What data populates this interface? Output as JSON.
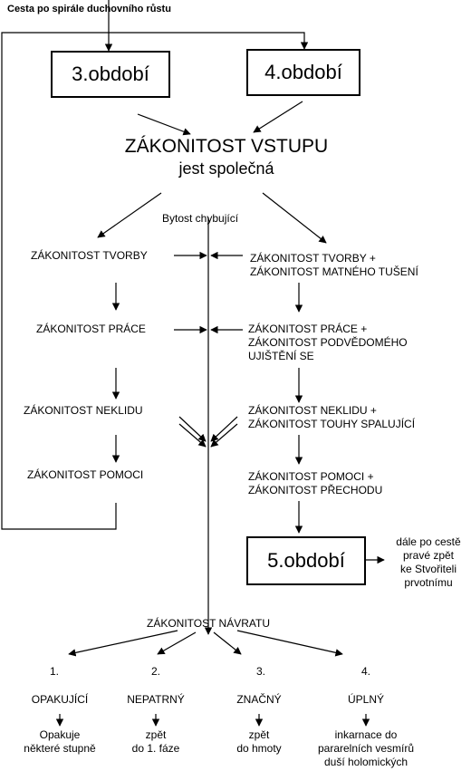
{
  "title": "Cesta po spirále duchovního růstu",
  "box_3": "3.období",
  "box_4": "4.období",
  "box_5": "5.období",
  "main_law": "ZÁKONITOST VSTUPU",
  "main_sub": "jest společná",
  "being": "Bytost chybující",
  "left": [
    "ZÁKONITOST TVORBY",
    "ZÁKONITOST PRÁCE",
    "ZÁKONITOST NEKLIDU",
    "ZÁKONITOST POMOCI"
  ],
  "right": [
    [
      "ZÁKONITOST TVORBY +",
      "ZÁKONITOST MATNÉHO TUŠENÍ"
    ],
    [
      "ZÁKONITOST PRÁCE +",
      "ZÁKONITOST PODVĚDOMÉHO",
      "UJIŠTĚNÍ SE"
    ],
    [
      "ZÁKONITOST NEKLIDU +",
      "ZÁKONITOST TOUHY SPALUJÍCÍ"
    ],
    [
      "ZÁKONITOST POMOCI +",
      "ZÁKONITOST PŘECHODU"
    ]
  ],
  "further": [
    "dále po cestě",
    "pravé zpět",
    "ke Stvořiteli",
    "prvotnímu"
  ],
  "return_law": "ZÁKONITOST NÁVRATU",
  "return_types": [
    {
      "num": "1.",
      "name": "OPAKUJÍCÍ",
      "desc": [
        "Opakuje",
        "některé stupně"
      ]
    },
    {
      "num": "2.",
      "name": "NEPATRNÝ",
      "desc": [
        "zpět",
        "do 1. fáze"
      ]
    },
    {
      "num": "3.",
      "name": "ZNAČNÝ",
      "desc": [
        "zpět",
        "do hmoty"
      ]
    },
    {
      "num": "4.",
      "name": "ÚPLNÝ",
      "desc": [
        "inkarnace do",
        "pararelních vesmírů",
        "duší holomických"
      ]
    }
  ]
}
